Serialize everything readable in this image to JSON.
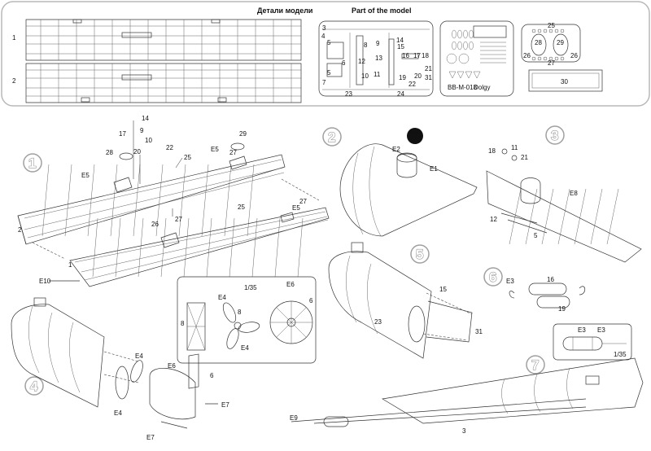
{
  "header": {
    "title_ru": "Детали модели",
    "title_en": "Part of the model"
  },
  "strips": [
    {
      "num": "1"
    },
    {
      "num": "2"
    }
  ],
  "sheet1": {
    "labels": [
      "3",
      "4",
      "5",
      "6",
      "5",
      "7",
      "8",
      "9",
      "10",
      "11",
      "12",
      "13",
      "14",
      "15",
      "16",
      "17",
      "18",
      "19",
      "20",
      "21",
      "22",
      "23",
      "24",
      "31"
    ]
  },
  "sheet3": {
    "labels": [
      "25",
      "26",
      "27",
      "28",
      "29",
      "26"
    ]
  },
  "box30": {
    "label": "30"
  },
  "steps": {
    "s1": {
      "num": "1",
      "labels": [
        "14",
        "17",
        "9",
        "10",
        "20",
        "22",
        "28",
        "25",
        "E5",
        "27",
        "29",
        "E5",
        "E5",
        "2",
        "25",
        "27",
        "26",
        "27",
        "1",
        "E10"
      ]
    },
    "s2": {
      "num": "2",
      "labels": [
        "E2",
        "E1"
      ],
      "badge": "0,3"
    },
    "s3": {
      "num": "3",
      "labels": [
        "18",
        "11",
        "21",
        "E8",
        "12",
        "5"
      ]
    },
    "s4": {
      "num": "4",
      "labels": [
        "E4",
        "E6",
        "6",
        "E4",
        "E7",
        "E7"
      ]
    },
    "s5": {
      "num": "5",
      "labels": [
        "15",
        "23",
        "31"
      ]
    },
    "s6": {
      "num": "6",
      "labels": [
        "E3",
        "16",
        "19",
        "E3",
        "E3",
        "1/35"
      ]
    },
    "s7": {
      "num": "7",
      "labels": [
        "E9",
        "3"
      ]
    }
  },
  "scale_box": {
    "scale": "1/35",
    "labels": [
      "E6",
      "6",
      "E4",
      "8",
      "8",
      "E4"
    ]
  }
}
